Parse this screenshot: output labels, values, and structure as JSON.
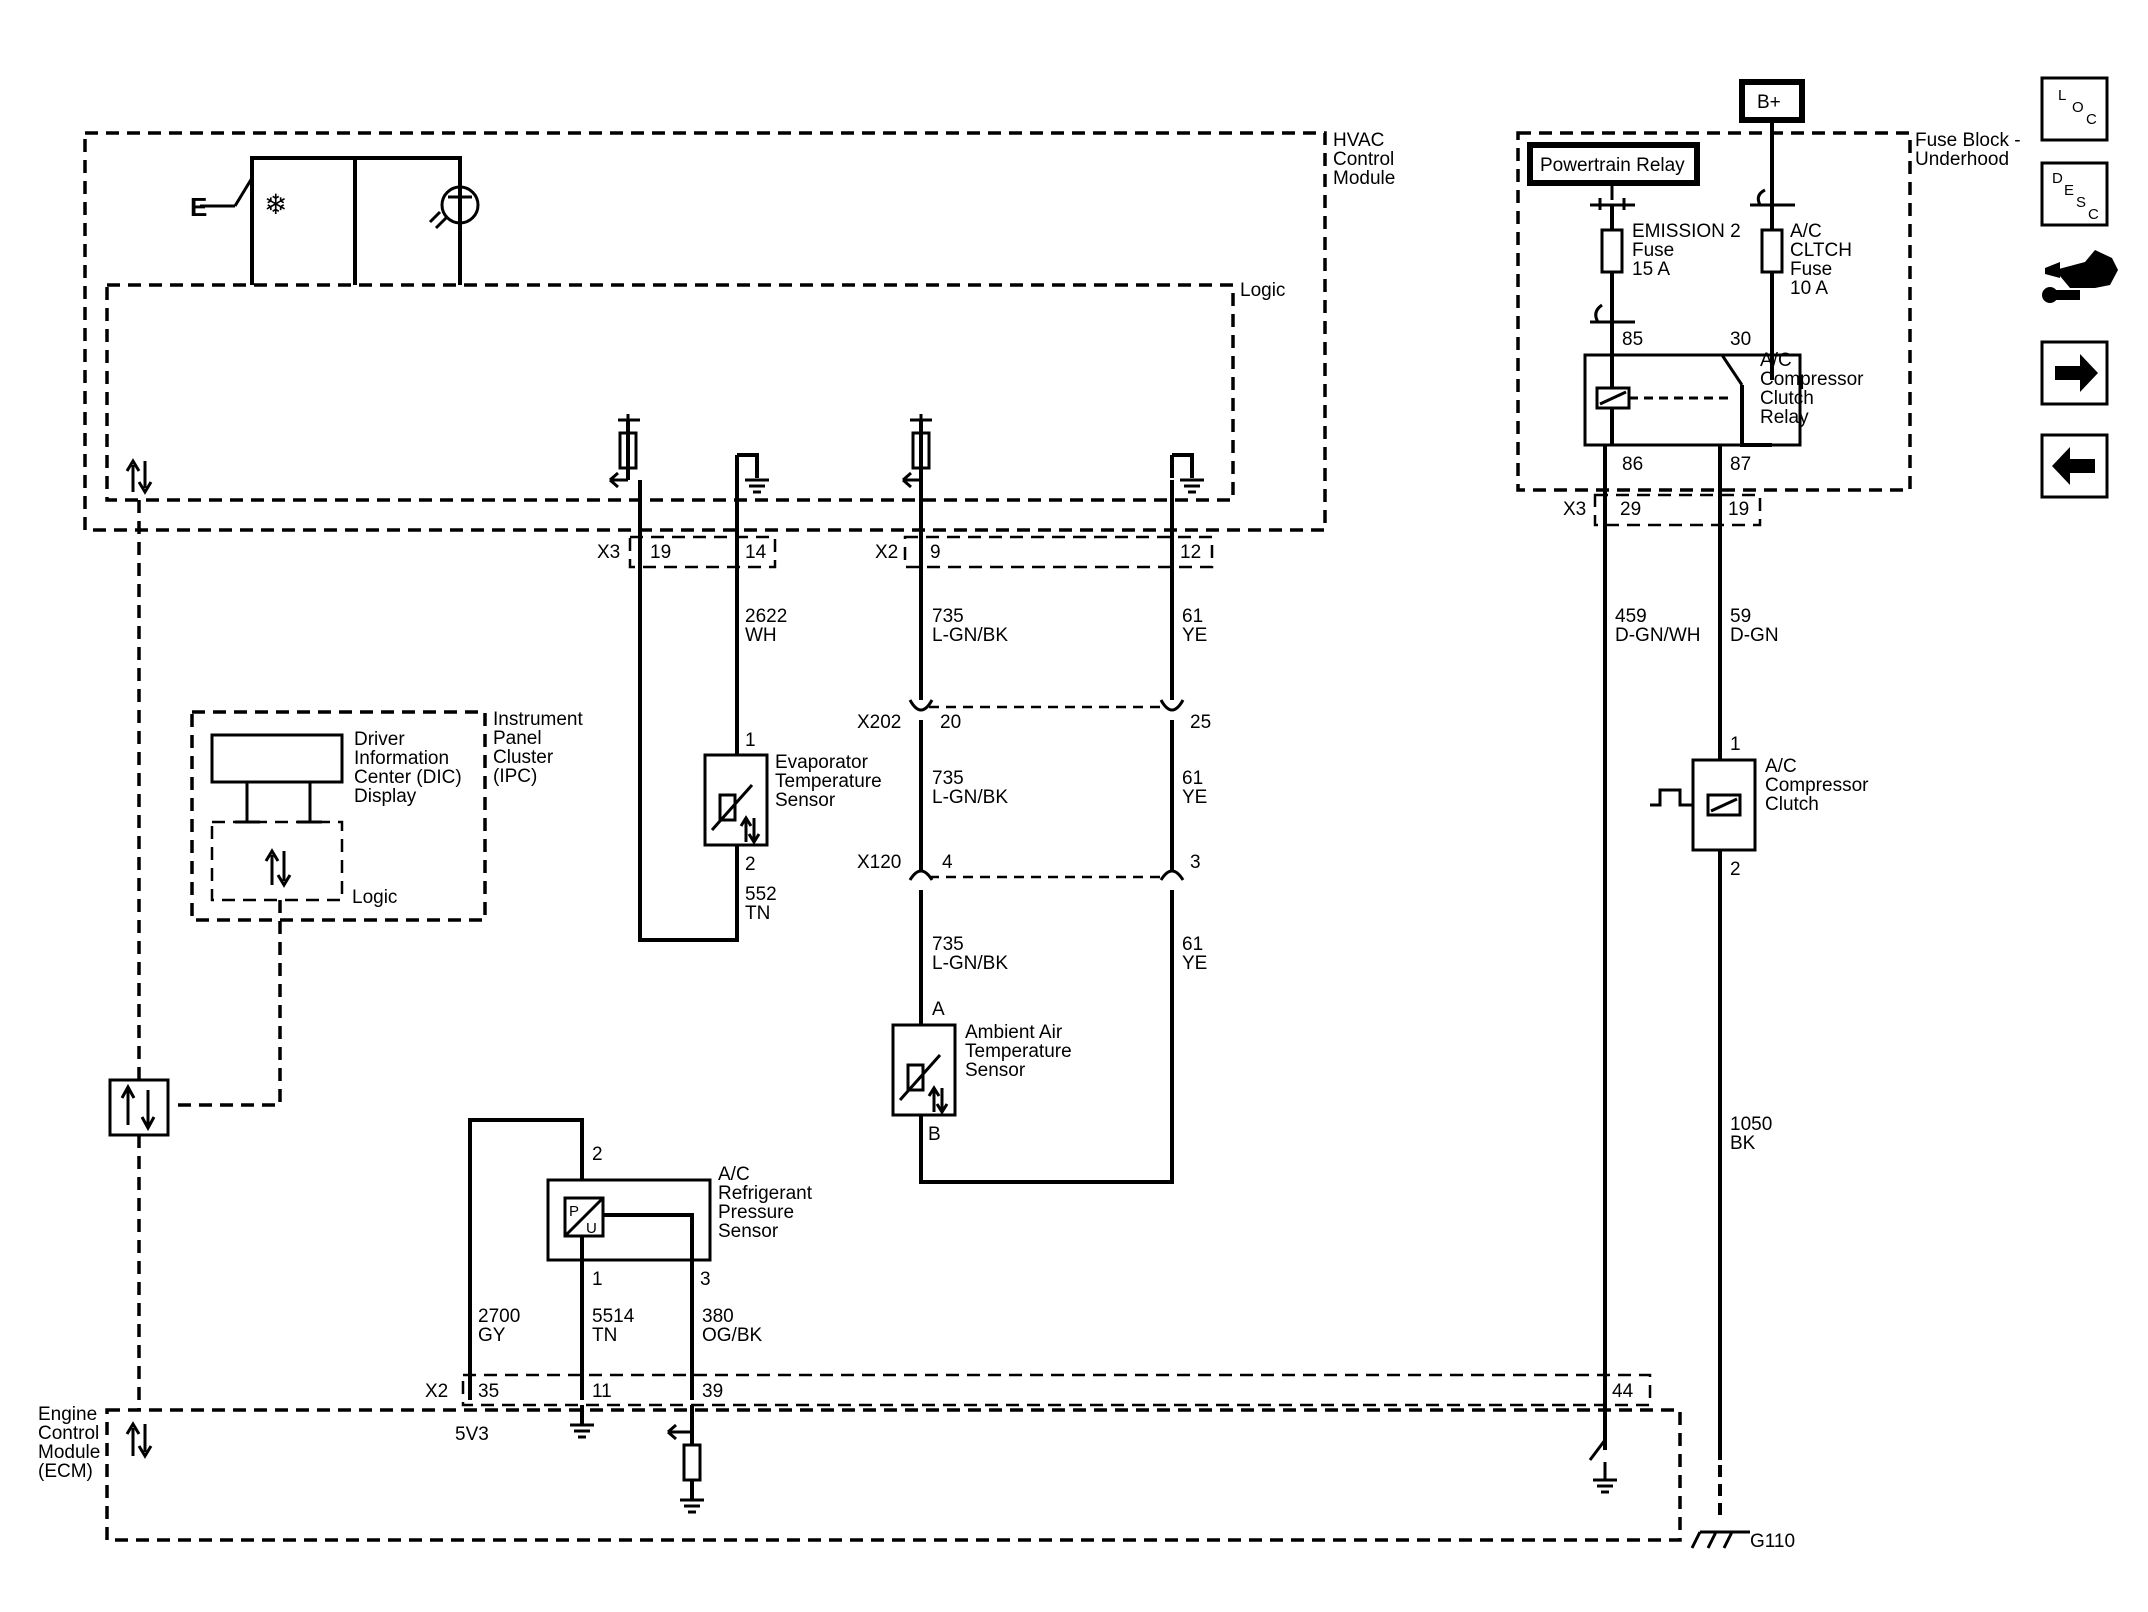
{
  "modules": {
    "hvac": [
      "HVAC",
      "Control",
      "Module"
    ],
    "hvac_logic": "Logic",
    "fuse_block": [
      "Fuse Block -",
      "Underhood"
    ],
    "ipc": [
      "Instrument",
      "Panel",
      "Cluster",
      "(IPC)"
    ],
    "dic": [
      "Driver",
      "Information",
      "Center (DIC)",
      "Display"
    ],
    "ipc_logic": "Logic",
    "ecm": [
      "Engine",
      "Control",
      "Module",
      "(ECM)"
    ]
  },
  "power": {
    "battery": "B+",
    "powertrain_relay": "Powertrain Relay",
    "emission_fuse": [
      "EMISSION 2",
      "Fuse",
      "15 A"
    ],
    "ac_fuse": [
      "A/C",
      "CLTCH",
      "Fuse",
      "10 A"
    ],
    "relay": [
      "A/C",
      "Compressor",
      "Clutch",
      "Relay"
    ],
    "relay_pins": [
      "85",
      "30",
      "86",
      "87"
    ],
    "clutch": [
      "A/C",
      "Compressor",
      "Clutch"
    ],
    "clutch_pins": [
      "1",
      "2"
    ],
    "ground": "G110"
  },
  "connectors": {
    "x3_hvac": "X3",
    "x2_hvac": "X2",
    "x3_fuse": "X3",
    "x202": "X202",
    "x120": "X120",
    "x2_ecm": "X2"
  },
  "pins": {
    "hvac_19": "19",
    "hvac_14": "14",
    "hvac_9": "9",
    "hvac_12": "12",
    "fuse_29": "29",
    "fuse_19": "19",
    "x202_20": "20",
    "x202_25": "25",
    "x120_4": "4",
    "x120_3": "3",
    "evap_1": "1",
    "evap_2": "2",
    "amb_a": "A",
    "amb_b": "B",
    "press_2": "2",
    "press_1": "1",
    "press_3": "3",
    "ecm_35": "35",
    "ecm_11": "11",
    "ecm_39": "39",
    "ecm_44": "44",
    "ecm_5v3": "5V3"
  },
  "wires": {
    "w2622": [
      "2622",
      "WH"
    ],
    "w552": [
      "552",
      "TN"
    ],
    "w735_a": [
      "735",
      "L-GN/BK"
    ],
    "w735_b": [
      "735",
      "L-GN/BK"
    ],
    "w735_c": [
      "735",
      "L-GN/BK"
    ],
    "w61_a": [
      "61",
      "YE"
    ],
    "w61_b": [
      "61",
      "YE"
    ],
    "w61_c": [
      "61",
      "YE"
    ],
    "w459": [
      "459",
      "D-GN/WH"
    ],
    "w59": [
      "59",
      "D-GN"
    ],
    "w1050": [
      "1050",
      "BK"
    ],
    "w2700": [
      "2700",
      "GY"
    ],
    "w5514": [
      "5514",
      "TN"
    ],
    "w380": [
      "380",
      "OG/BK"
    ]
  },
  "sensors": {
    "evap": [
      "Evaporator",
      "Temperature",
      "Sensor"
    ],
    "ambient": [
      "Ambient Air",
      "Temperature",
      "Sensor"
    ],
    "pressure": [
      "A/C",
      "Refrigerant",
      "Pressure",
      "Sensor"
    ],
    "pressure_symbol": [
      "P",
      "U"
    ]
  },
  "nav": {
    "loc": [
      "L",
      "O",
      "C"
    ],
    "desc": [
      "D",
      "E",
      "S",
      "C"
    ]
  }
}
